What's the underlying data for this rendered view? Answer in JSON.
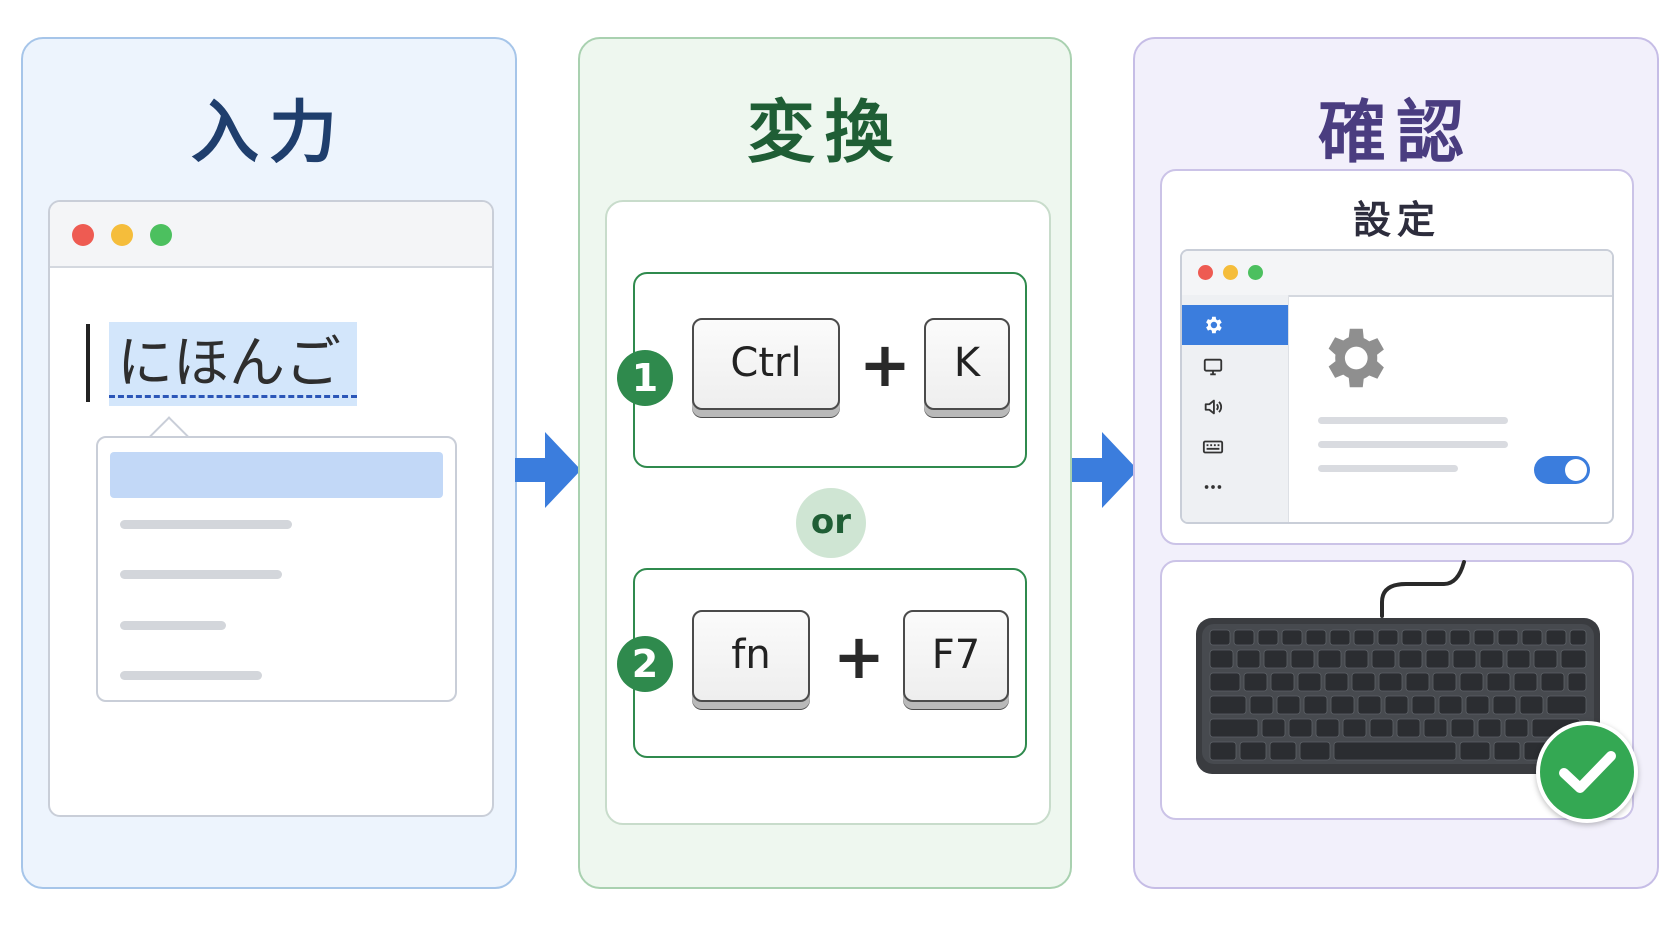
{
  "panels": {
    "input": {
      "title": "入力"
    },
    "convert": {
      "title": "変換"
    },
    "confirm": {
      "title": "確認"
    }
  },
  "input_window": {
    "composition_text": "にほんご",
    "candidate_rows": 5
  },
  "convert": {
    "step1": {
      "number": "1",
      "keys": [
        "Ctrl",
        "K"
      ],
      "plus": "+"
    },
    "separator": "or",
    "step2": {
      "number": "2",
      "keys": [
        "fn",
        "F7"
      ],
      "plus": "+"
    }
  },
  "confirm": {
    "settings_title": "設定",
    "sidebar_icons": [
      "gear-icon",
      "monitor-icon",
      "speaker-icon",
      "keyboard-icon",
      "more-icon"
    ],
    "sidebar_active_index": 0,
    "toggle_on": true
  },
  "colors": {
    "input_accent": "#1f3e6d",
    "convert_accent": "#2f8a4d",
    "confirm_accent": "#4a3d80",
    "arrow": "#3b7ddd",
    "check": "#34a853"
  }
}
